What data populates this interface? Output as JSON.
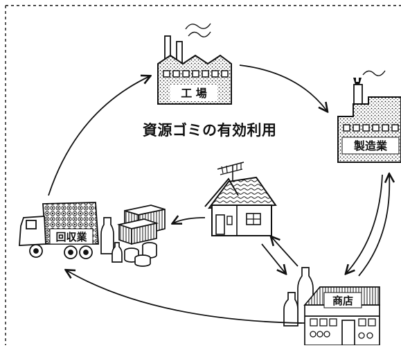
{
  "diagram": {
    "title": "資源ゴミの有効利用",
    "nodes": {
      "factory": {
        "label": "工 場"
      },
      "manufacturer": {
        "label": "製造業"
      },
      "house": {
        "label": ""
      },
      "shop": {
        "label": "商店"
      },
      "collector": {
        "label": "回収業"
      }
    }
  },
  "colors": {
    "ink": "#111111",
    "paper": "#ffffff"
  }
}
